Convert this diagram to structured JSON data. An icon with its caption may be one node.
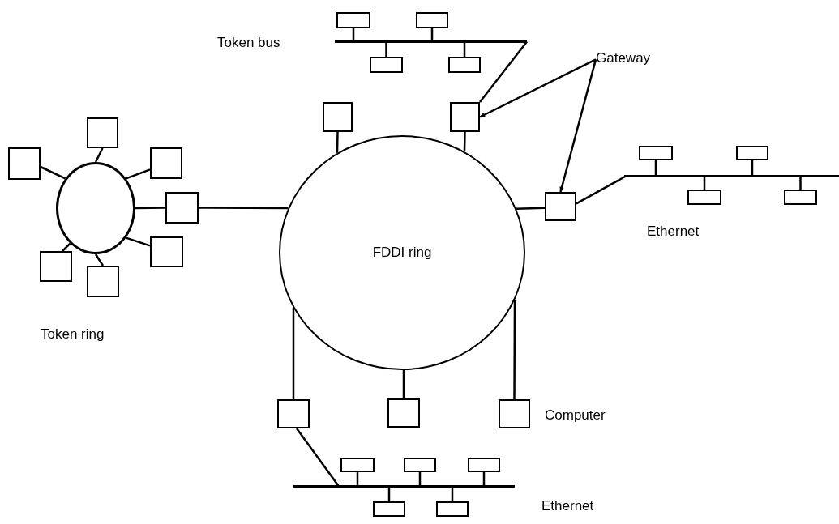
{
  "diagram": {
    "nodes": [
      {
        "text": [],
        "shape": "bar"
      },
      {
        "text": [],
        "shape": "box"
      },
      {
        "text": [],
        "shape": "box"
      },
      {
        "text": [],
        "shape": "box"
      },
      {
        "text": [],
        "shape": "box"
      },
      {
        "text": [
          "Gateway"
        ]
      },
      {
        "text": [],
        "shape": "box"
      },
      {
        "text": [],
        "shape": "box"
      },
      {
        "text": [
          "FDDI ring"
        ]
      },
      {
        "text": [],
        "shape": "circle"
      },
      {
        "text": [],
        "shape": "box"
      },
      {
        "text": [],
        "shape": "box"
      },
      {
        "text": [],
        "shape": "box"
      },
      {
        "text": [],
        "shape": "box"
      },
      {
        "text": [],
        "shape": "box"
      },
      {
        "text": [],
        "shape": "box"
      },
      {
        "text": [],
        "shape": "box"
      },
      {
        "text": [],
        "shape": "box"
      },
      {
        "text": [],
        "shape": "bar"
      },
      {
        "text": [],
        "shape": "box"
      },
      {
        "text": [],
        "shape": "box"
      },
      {
        "text": [],
        "shape": "box"
      },
      {
        "text": [],
        "shape": "box"
      },
      {
        "text": [],
        "shape": "box"
      },
      {
        "text": [],
        "shape": "box"
      },
      {
        "text": [],
        "shape": "box"
      },
      {
        "text": [],
        "shape": "bar"
      },
      {
        "text": [],
        "shape": "box"
      },
      {
        "text": [],
        "shape": "box"
      },
      {
        "text": [],
        "shape": "box"
      },
      {
        "text": [],
        "shape": "box"
      },
      {
        "text": [],
        "shape": "box"
      }
    ],
    "edges": [
      {
        "from": 1,
        "to": 0,
        "arrow": "none"
      },
      {
        "from": 2,
        "to": 0,
        "arrow": "none"
      },
      {
        "from": 3,
        "to": 0,
        "arrow": "none"
      },
      {
        "from": 4,
        "to": 0,
        "arrow": "none"
      },
      {
        "from": 0,
        "to": 7,
        "arrow": "none"
      },
      {
        "from": 5,
        "to": 7,
        "arrow": "to"
      },
      {
        "from": 5,
        "to": 17,
        "arrow": "to"
      },
      {
        "from": 6,
        "to": 8,
        "arrow": "none"
      },
      {
        "from": 7,
        "to": 8,
        "arrow": "none"
      },
      {
        "from": 10,
        "to": 9,
        "arrow": "none"
      },
      {
        "from": 11,
        "to": 9,
        "arrow": "none"
      },
      {
        "from": 12,
        "to": 9,
        "arrow": "none"
      },
      {
        "from": 13,
        "to": 9,
        "arrow": "none"
      },
      {
        "from": 14,
        "to": 9,
        "arrow": "none"
      },
      {
        "from": 15,
        "to": 9,
        "arrow": "none"
      },
      {
        "from": 16,
        "to": 9,
        "arrow": "none"
      },
      {
        "from": 13,
        "to": 8,
        "arrow": "none"
      },
      {
        "from": 17,
        "to": 8,
        "arrow": "none"
      },
      {
        "from": 17,
        "to": 18,
        "arrow": "none"
      },
      {
        "from": 19,
        "to": 18,
        "arrow": "none"
      },
      {
        "from": 20,
        "to": 18,
        "arrow": "none"
      },
      {
        "from": 21,
        "to": 18,
        "arrow": "none"
      },
      {
        "from": 22,
        "to": 18,
        "arrow": "none"
      },
      {
        "from": 23,
        "to": 8,
        "arrow": "none"
      },
      {
        "from": 24,
        "to": 8,
        "arrow": "none"
      },
      {
        "from": 25,
        "to": 8,
        "arrow": "none"
      },
      {
        "from": 23,
        "to": 26,
        "arrow": "none"
      },
      {
        "from": 27,
        "to": 26,
        "arrow": "none"
      },
      {
        "from": 28,
        "to": 26,
        "arrow": "none"
      },
      {
        "from": 29,
        "to": 26,
        "arrow": "none"
      },
      {
        "from": 30,
        "to": 26,
        "arrow": "none"
      },
      {
        "from": 31,
        "to": 26,
        "arrow": "none"
      }
    ],
    "labels": [
      "Token bus",
      "Ethernet",
      "Token ring",
      "Computer",
      "Ethernet"
    ]
  }
}
